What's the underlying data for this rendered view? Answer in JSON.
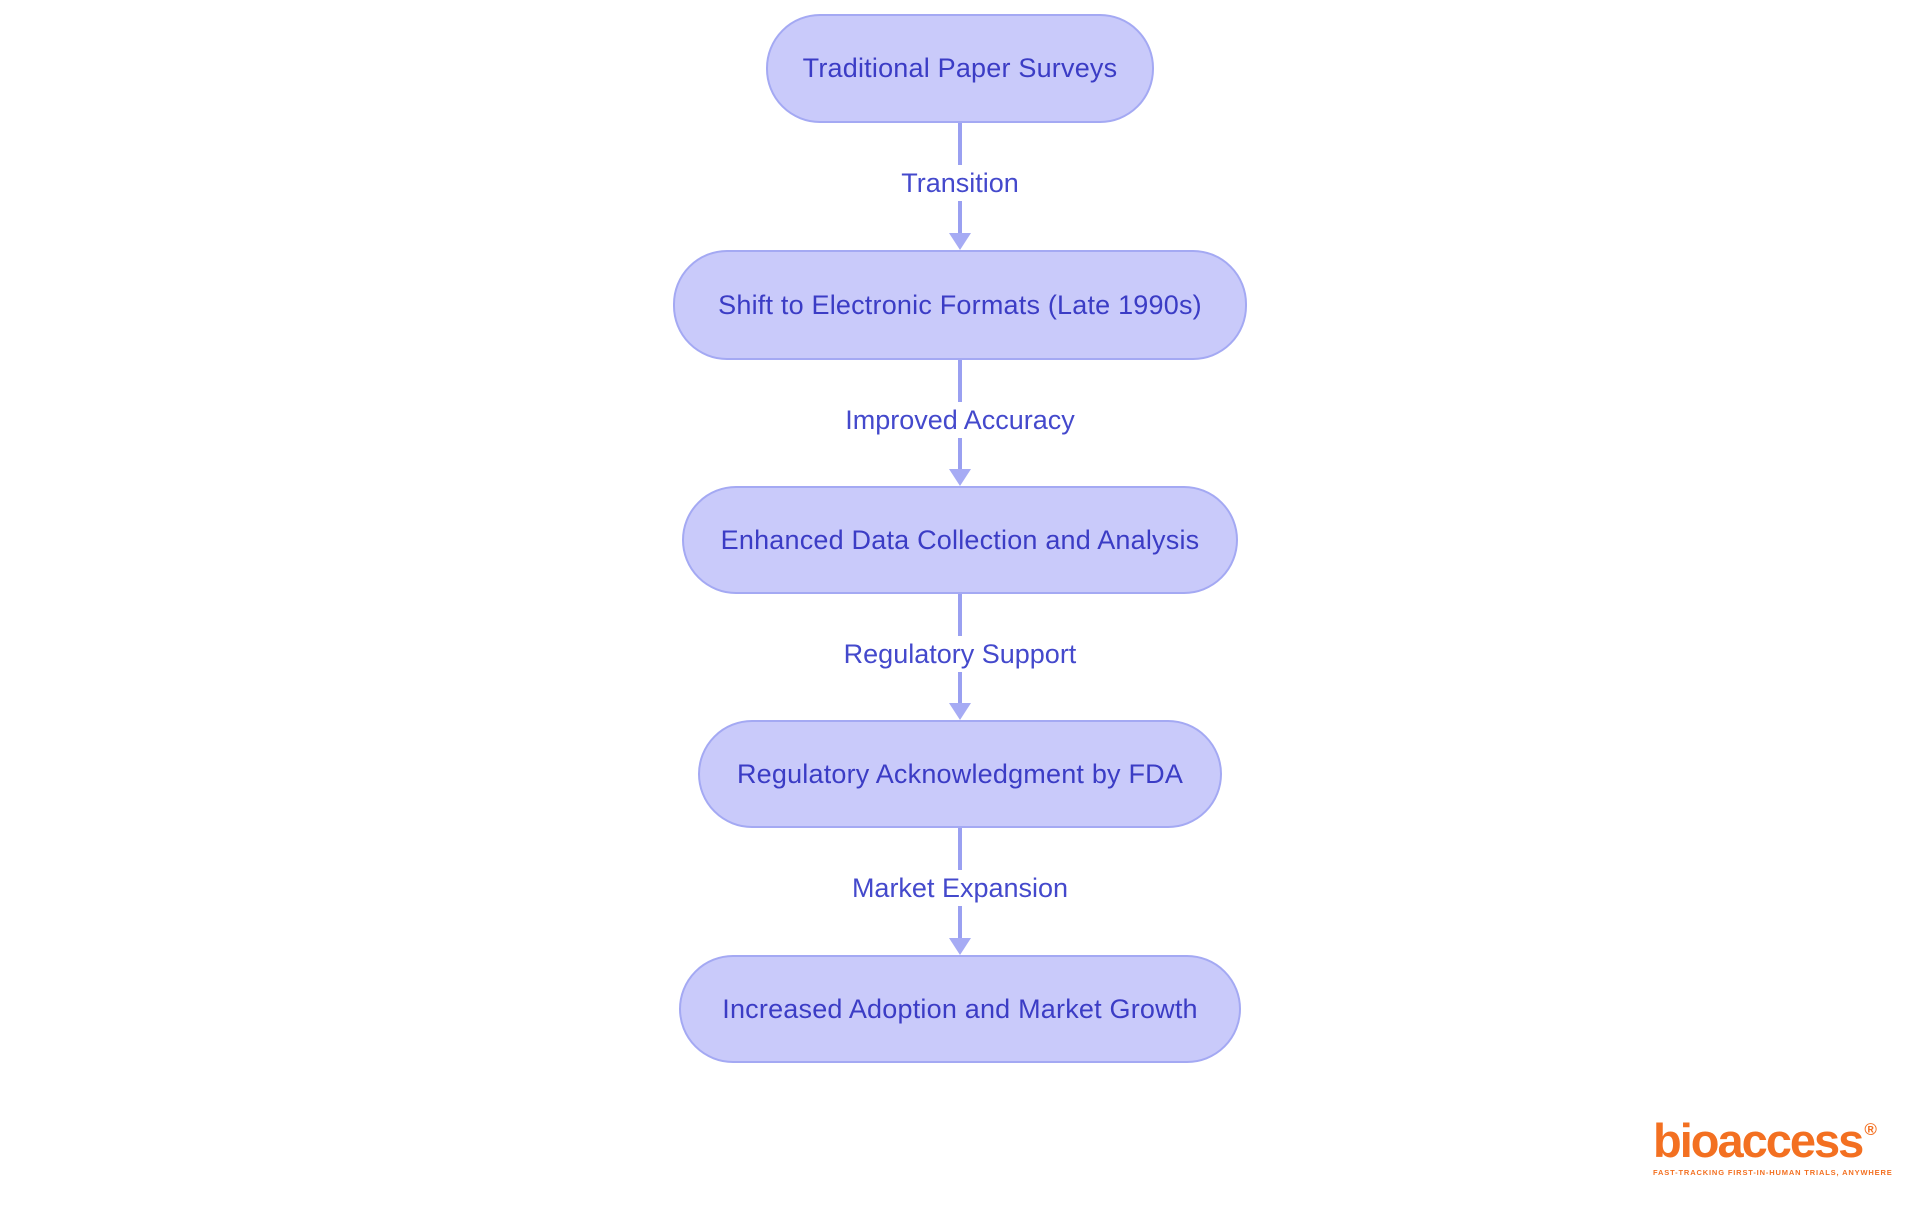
{
  "diagram": {
    "type": "flowchart-vertical",
    "nodes": [
      {
        "label": "Traditional Paper Surveys"
      },
      {
        "label": "Shift to Electronic Formats (Late 1990s)"
      },
      {
        "label": "Enhanced Data Collection and Analysis"
      },
      {
        "label": "Regulatory Acknowledgment by FDA"
      },
      {
        "label": "Increased Adoption and Market Growth"
      }
    ],
    "edges": [
      {
        "from": 0,
        "to": 1,
        "label": "Transition"
      },
      {
        "from": 1,
        "to": 2,
        "label": "Improved Accuracy"
      },
      {
        "from": 2,
        "to": 3,
        "label": "Regulatory Support"
      },
      {
        "from": 3,
        "to": 4,
        "label": "Market Expansion"
      }
    ]
  },
  "logo": {
    "brand": "bioaccess",
    "registered_mark": "®",
    "tagline": "FAST-TRACKING FIRST-IN-HUMAN TRIALS, ANYWHERE"
  },
  "colors": {
    "background": "#ffffff",
    "node_fill": "#c9cafa",
    "node_border": "#a4a9f3",
    "node_text": "#3b3cc5",
    "edge_line": "#9aa0f1",
    "edge_arrow": "#a6abf4",
    "edge_label_text": "#4449cc",
    "brand_orange": "#f37021"
  }
}
